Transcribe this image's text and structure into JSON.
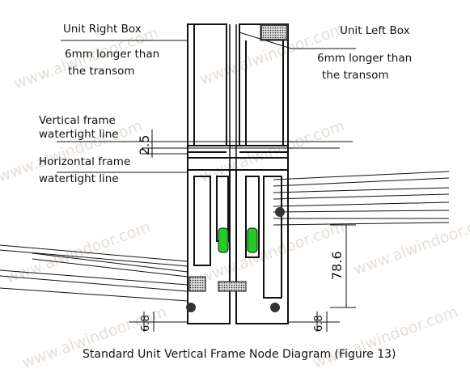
{
  "labels": {
    "unit_right_box": "Unit Right Box",
    "unit_left_box": "Unit Left Box",
    "right_longer_1": "6mm longer than",
    "right_longer_2": "the transom",
    "left_longer_1": "6mm longer than",
    "left_longer_2": "the transom",
    "vertical_watertight_1": "Vertical frame",
    "vertical_watertight_2": "watertight line",
    "horizontal_watertight_1": "Horizontal frame",
    "horizontal_watertight_2": "watertight line"
  },
  "dimensions": {
    "gap": "2.5",
    "height": "78.6",
    "left_edge": "6.8",
    "right_edge": "6.8"
  },
  "caption": "Standard Unit Vertical Frame Node Diagram (Figure 13)",
  "watermark": "www.alwindoor.com",
  "colors": {
    "line": "#111111",
    "gasket_green": "#22cc22",
    "watermark": "#c9b8a8"
  }
}
